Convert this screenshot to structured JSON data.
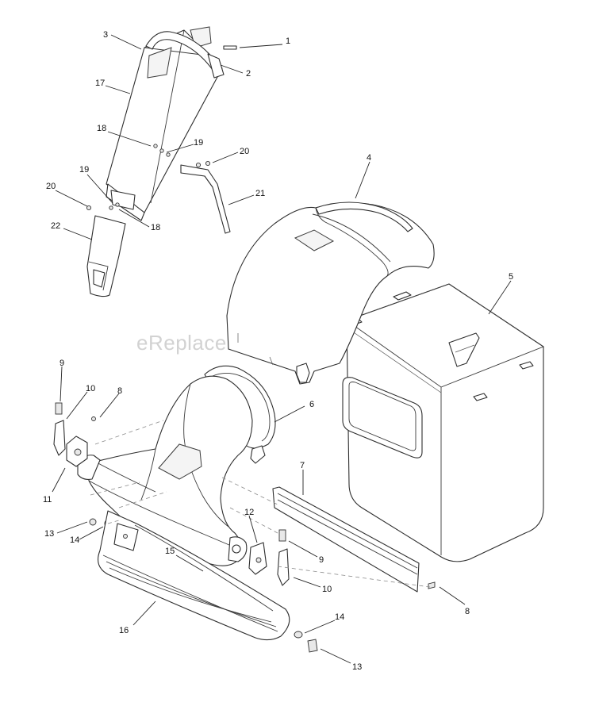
{
  "watermark": "eReplacementParts.com",
  "callouts": {
    "c1": "1",
    "c2": "2",
    "c3": "3",
    "c4": "4",
    "c5": "5",
    "c6": "6",
    "c7": "7",
    "c8a": "8",
    "c8b": "8",
    "c9a": "9",
    "c9b": "9",
    "c10a": "10",
    "c10b": "10",
    "c11": "11",
    "c12": "12",
    "c13a": "13",
    "c13b": "13",
    "c14a": "14",
    "c14b": "14",
    "c15": "15",
    "c16": "16",
    "c17": "17",
    "c18a": "18",
    "c18b": "18",
    "c19a": "19",
    "c19b": "19",
    "c20a": "20",
    "c20b": "20",
    "c21": "21",
    "c22": "22"
  }
}
